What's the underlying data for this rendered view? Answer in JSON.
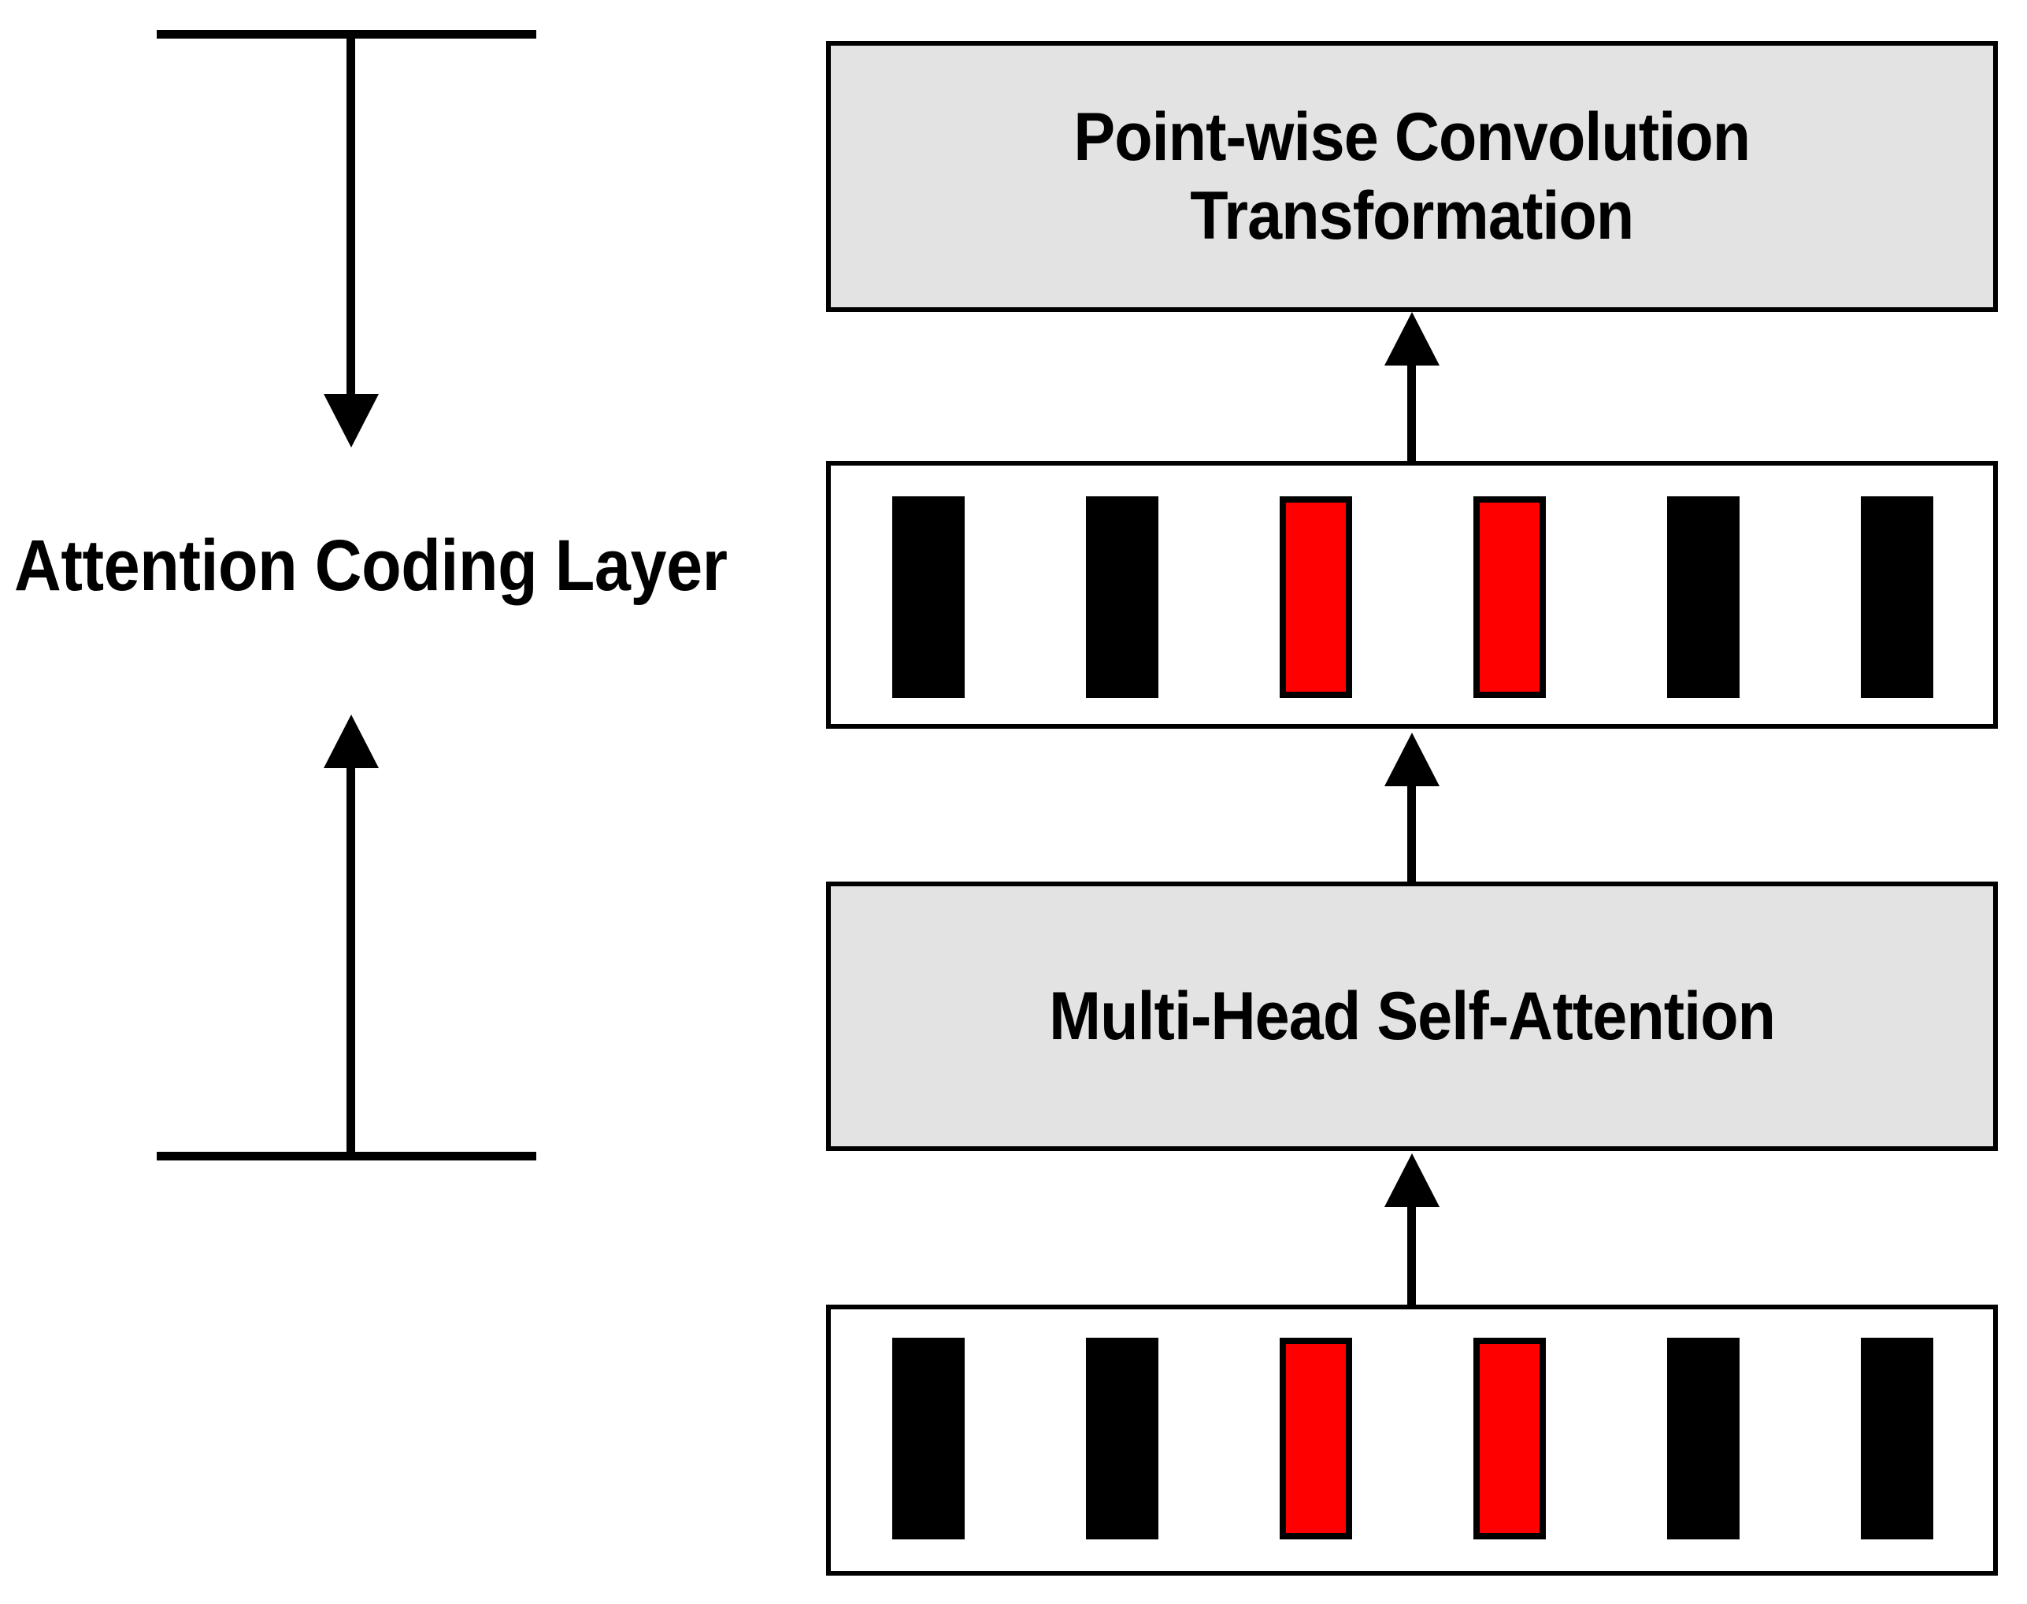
{
  "diagram": {
    "title": "Attention Coding Layer",
    "left_group": {
      "label": "Attention Coding Layer",
      "down_arrow_name": "layer-input-arrow",
      "up_arrow_name": "layer-output-arrow"
    },
    "blocks": [
      {
        "id": "point-wise-convolution",
        "label": "Point-wise Convolution Transformation",
        "label_line_1": "Point-wise Convolution",
        "label_line_2": "Transformation",
        "type": "process",
        "fill": "#e3e3e3",
        "stroke": "#000000"
      },
      {
        "id": "attention-output-tokens",
        "label": "",
        "type": "token-sequence",
        "fill": "#ffffff",
        "stroke": "#000000",
        "tokens": [
          {
            "index": 1,
            "color": "#000000",
            "highlight": false
          },
          {
            "index": 2,
            "color": "#000000",
            "highlight": false
          },
          {
            "index": 3,
            "color": "#ff0000",
            "highlight": true
          },
          {
            "index": 4,
            "color": "#ff0000",
            "highlight": true
          },
          {
            "index": 5,
            "color": "#000000",
            "highlight": false
          },
          {
            "index": 6,
            "color": "#000000",
            "highlight": false
          }
        ]
      },
      {
        "id": "multi-head-self-attention",
        "label": "Multi-Head Self-Attention",
        "type": "process",
        "fill": "#e3e3e3",
        "stroke": "#000000"
      },
      {
        "id": "input-tokens",
        "label": "",
        "type": "token-sequence",
        "fill": "#ffffff",
        "stroke": "#000000",
        "tokens": [
          {
            "index": 1,
            "color": "#000000",
            "highlight": false
          },
          {
            "index": 2,
            "color": "#000000",
            "highlight": false
          },
          {
            "index": 3,
            "color": "#ff0000",
            "highlight": true
          },
          {
            "index": 4,
            "color": "#ff0000",
            "highlight": true
          },
          {
            "index": 5,
            "color": "#000000",
            "highlight": false
          },
          {
            "index": 6,
            "color": "#000000",
            "highlight": false
          }
        ]
      }
    ],
    "connectors": [
      {
        "id": "tokens-to-pointwise",
        "from": "attention-output-tokens",
        "to": "point-wise-convolution",
        "direction": "up"
      },
      {
        "id": "mhsa-to-tokens",
        "from": "multi-head-self-attention",
        "to": "attention-output-tokens",
        "direction": "up"
      },
      {
        "id": "input-to-mhsa",
        "from": "input-tokens",
        "to": "multi-head-self-attention",
        "direction": "up"
      }
    ],
    "colors": {
      "background": "#ffffff",
      "line": "#000000",
      "process_fill": "#e3e3e3",
      "token_default": "#000000",
      "token_highlight": "#ff0000"
    }
  }
}
